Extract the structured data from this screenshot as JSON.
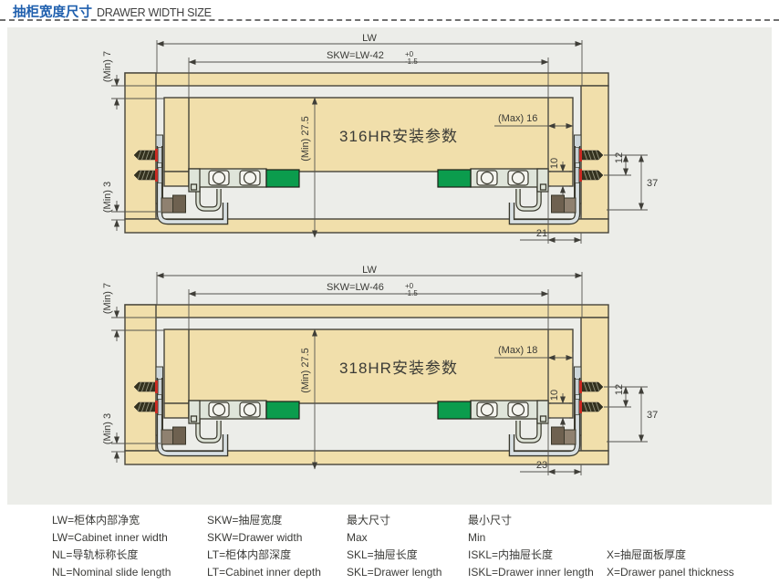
{
  "header": {
    "title_zh": "抽柜宽度尺寸",
    "title_en": "DRAWER WIDTH SIZE"
  },
  "diagrams": [
    {
      "product": "316HR安装参数",
      "lw": "LW",
      "skw": "SKW=LW-42",
      "tol_plus": "+0",
      "tol_minus": "-1.5",
      "min_top": "(Min) 7",
      "min_bottom": "(Min) 3",
      "min_drawer": "(Min) 27.5",
      "max_panel": "(Max) 16",
      "gap10": "10",
      "pitch12": "12",
      "h37": "37",
      "rear": "21"
    },
    {
      "product": "318HR安装参数",
      "lw": "LW",
      "skw": "SKW=LW-46",
      "tol_plus": "+0",
      "tol_minus": "-1.5",
      "min_top": "(Min) 7",
      "min_bottom": "(Min) 3",
      "min_drawer": "(Min) 27.5",
      "max_panel": "(Max) 18",
      "gap10": "10",
      "pitch12": "12",
      "h37": "37",
      "rear": "23"
    }
  ],
  "legend": {
    "columns": [
      {
        "lines": [
          "LW=柜体内部净宽",
          "LW=Cabinet inner width",
          "NL=导轨标称长度",
          "NL=Nominal slide length"
        ]
      },
      {
        "lines": [
          "SKW=抽屉宽度",
          "SKW=Drawer width",
          "LT=柜体内部深度",
          "LT=Cabinet inner depth"
        ]
      },
      {
        "lines": [
          "最大尺寸",
          "Max",
          "SKL=抽屉长度",
          "SKL=Drawer length"
        ]
      },
      {
        "lines": [
          "最小尺寸",
          "Min",
          "ISKL=内抽屉长度",
          "ISKL=Drawer inner length"
        ]
      },
      {
        "lines": [
          "X=抽屉面板厚度",
          "X=Drawer panel thickness"
        ]
      }
    ]
  },
  "colors": {
    "accent_blue": "#2060ae",
    "wood": "#f1dfab",
    "green_block": "#0b9c4d",
    "panel_bg": "#ecede9",
    "screw_red": "#cd2a22"
  }
}
